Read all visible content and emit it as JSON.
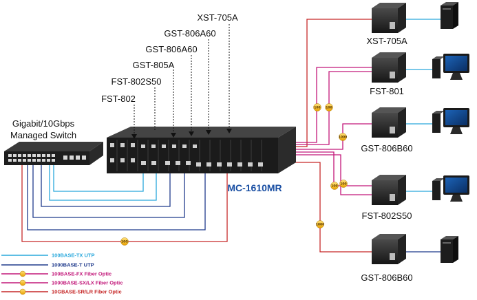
{
  "switch": {
    "label_line1": "Gigabit/10Gbps",
    "label_line2": "Managed Switch"
  },
  "chassis": {
    "model_label": "MC-1610MR",
    "card_labels": [
      "XST-705A",
      "GST-806A60",
      "GST-806A60",
      "GST-805A",
      "FST-802S50",
      "FST-802"
    ]
  },
  "endpoints": [
    {
      "label": "XST-705A",
      "device": "desktop-tower"
    },
    {
      "label": "FST-801",
      "device": "desktop-pc"
    },
    {
      "label": "GST-806B60",
      "device": "desktop-pc"
    },
    {
      "label": "FST-802S50",
      "device": "desktop-pc"
    },
    {
      "label": "GST-806B60",
      "device": "desktop-tower"
    }
  ],
  "badges": {
    "b100": "100",
    "b1000": "1000",
    "b10g": "10G"
  },
  "legend": [
    {
      "label": "100BASE-TX UTP",
      "color": "#29a8dc",
      "style": "line"
    },
    {
      "label": "1000BASE-T UTP",
      "color": "#1f3a8c",
      "style": "line"
    },
    {
      "label": "100BASE-FX Fiber Optic",
      "color": "#c2187a",
      "style": "fiber"
    },
    {
      "label": "1000BASE-SX/LX Fiber Optic",
      "color": "#c2187a",
      "style": "fiber"
    },
    {
      "label": "10GBASE-SR/LR Fiber Optic",
      "color": "#c62828",
      "style": "fiber"
    }
  ],
  "colors": {
    "tx_utp": "#29a8dc",
    "t_utp": "#1f3a8c",
    "fx_fiber": "#c2187a",
    "sx_fiber": "#c2187a",
    "g10_fiber": "#c62828",
    "model_label": "#1a4fa3"
  }
}
